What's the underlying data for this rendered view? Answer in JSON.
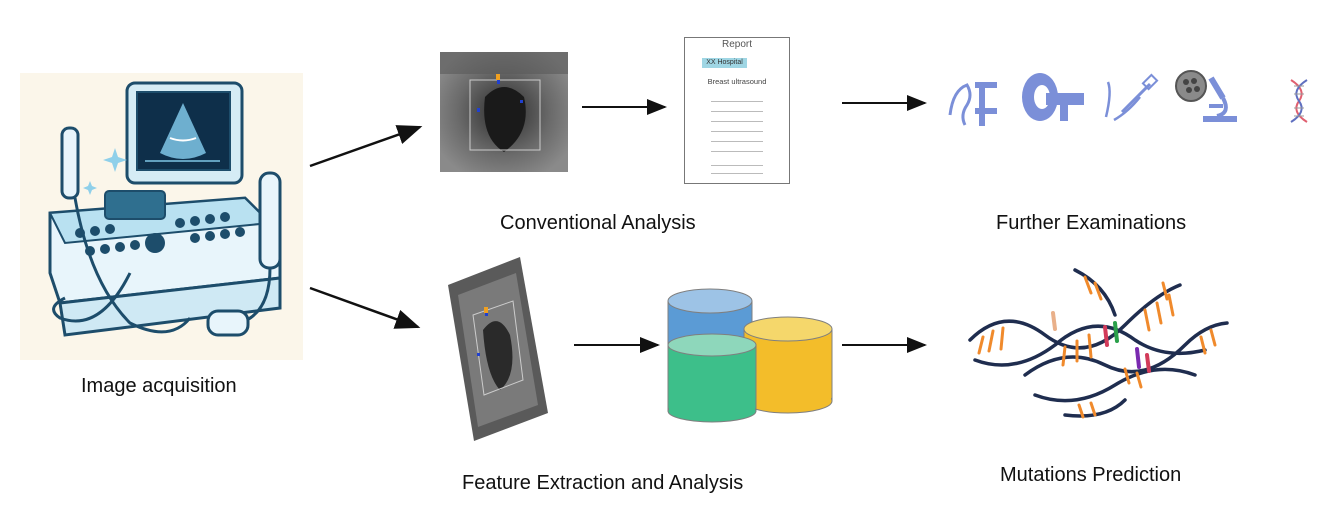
{
  "labels": {
    "acquisition": "Image acquisition",
    "conventional": "Conventional Analysis",
    "further": "Further Examinations",
    "feature": "Feature Extraction and Analysis",
    "mutations": "Mutations Prediction"
  },
  "report": {
    "title": "Report",
    "hospital": "XX Hospital",
    "subtitle": "Breast ultrasound"
  },
  "colors": {
    "arrow": "#111111",
    "cylinder_blue": "#5b9bd5",
    "cylinder_green": "#3dbf8a",
    "cylinder_yellow": "#f3bd2a",
    "icon_blue": "#7b8fd8",
    "dna_strand": "#1f2d4f",
    "dna_rung": "#f08a2c"
  },
  "icons": [
    "ultrasound-machine-icon",
    "mammography-icon",
    "ct-scanner-icon",
    "biopsy-icon",
    "microscope-icon",
    "dna-icon",
    "database-icon"
  ]
}
